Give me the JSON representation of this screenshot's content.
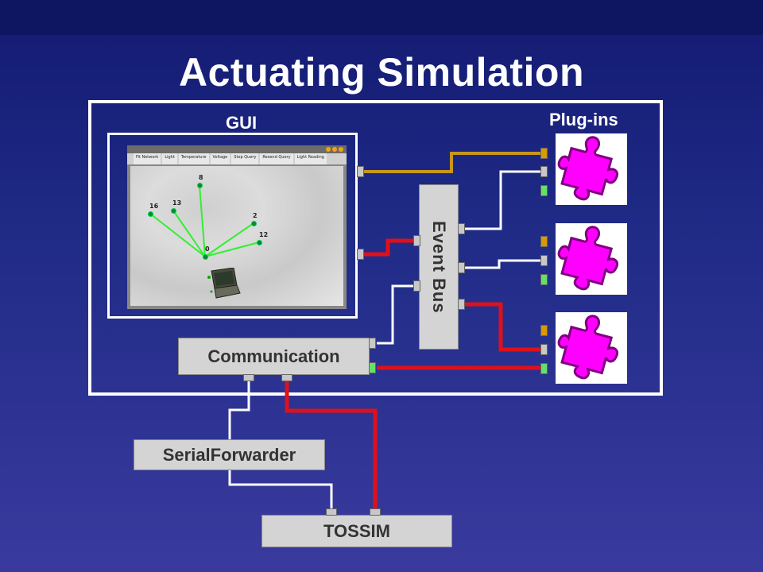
{
  "title": "Actuating Simulation",
  "labels": {
    "gui": "GUI",
    "plugins": "Plug-ins"
  },
  "components": {
    "event_bus": "Event Bus",
    "communication": "Communication",
    "serial_forwarder": "SerialForwarder",
    "tossim": "TOSSIM"
  },
  "gui_window": {
    "tabs": [
      "Fit Network",
      "Light",
      "Temperature",
      "Voltage",
      "Stop Query",
      "Resend Query",
      "Light Reading"
    ],
    "nodes": [
      {
        "id": "8"
      },
      {
        "id": "16"
      },
      {
        "id": "13"
      },
      {
        "id": "2"
      },
      {
        "id": "12"
      },
      {
        "id": "0"
      }
    ]
  },
  "colors": {
    "background_top": "#131a72",
    "background_bottom": "#3a3a9e",
    "wire_red": "#e0101a",
    "wire_white": "#ffffff",
    "wire_orange": "#c8961e",
    "puzzle": "#ff00ff",
    "box_fill": "#d4d4d4"
  },
  "icons": [
    "puzzle-piece-icon",
    "laptop-icon"
  ]
}
